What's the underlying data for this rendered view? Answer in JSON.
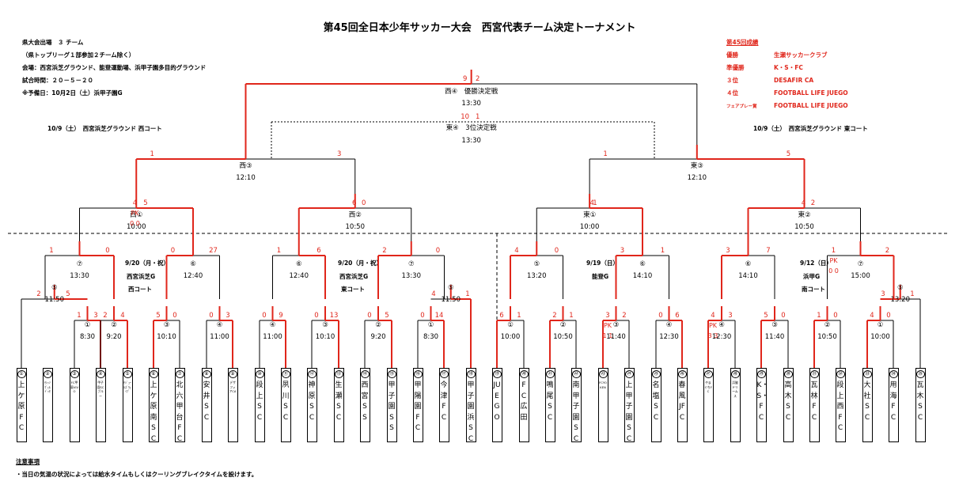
{
  "title": "第45回全日本少年サッカー大会　西宮代表チーム決定トーナメント",
  "info": [
    "県大会出場　３ チーム",
    "（県トップリーグ１部参加２チーム除く）",
    "会場：西宮浜芝グラウンド、能登運動場、浜甲子園多目的グラウンド",
    "試合時間：２０－５－２０",
    "※予備日：10月2日（土）浜甲子園G"
  ],
  "results": {
    "title": "第45回成績",
    "rows": [
      {
        "label": "優勝",
        "team": "生瀬サッカークラブ"
      },
      {
        "label": "準優勝",
        "team": "K・S・FC"
      },
      {
        "label": "３位",
        "team": "DESAFIR CA"
      },
      {
        "label": "４位",
        "team": "FOOTBALL LIFE JUEGO"
      },
      {
        "label": "フェアプレー賞",
        "team": "FOOTBALL LIFE JUEGO"
      }
    ]
  },
  "venues": {
    "west_court": "10/9（土）　西宮浜芝グラウンド 西コート",
    "east_court": "10/9（土）　西宮浜芝グラウンド 東コート",
    "g1": [
      "9/20（月・祝）",
      "西宮浜芝G",
      "西コート"
    ],
    "g2": [
      "9/20（月・祝）",
      "西宮浜芝G",
      "東コート"
    ],
    "g3": [
      "9/19（日）",
      "能登G"
    ],
    "g4": [
      "9/12（日）",
      "浜甲G",
      "南コート"
    ]
  },
  "red": "#e0261b",
  "notes": {
    "heading": "注意事項",
    "body": "・当日の気温の状況によっては給水タイムもしくはクーリングブレイクタイムを設けます。"
  },
  "teams": [
    {
      "n": "①",
      "name": "上ケ原FC"
    },
    {
      "n": "②",
      "name": "ｾﾚｯｿｳﾞｪﾙﾃﾞｯｾ",
      "sm": true
    },
    {
      "n": "③",
      "name": "FC甲東VIVO",
      "sm": true
    },
    {
      "n": "④",
      "name": "甲子園SCブルー",
      "sm": true
    },
    {
      "n": "⑤",
      "name": "ｾｼﾞｭｰﾙｽﾞｳｪｲﾌﾞ",
      "sm": true
    },
    {
      "n": "⑥",
      "name": "上ケ原南SC"
    },
    {
      "n": "⑦",
      "name": "北六甲台FC"
    },
    {
      "n": "⑧",
      "name": "安井SC"
    },
    {
      "n": "⑨",
      "name": "デザフィアCA",
      "sm": true
    },
    {
      "n": "⑩",
      "name": "段上SC"
    },
    {
      "n": "⑪",
      "name": "夙川SC"
    },
    {
      "n": "⑫",
      "name": "神原SC"
    },
    {
      "n": "⑬",
      "name": "生瀬SC"
    },
    {
      "n": "⑭",
      "name": "西宮SS"
    },
    {
      "n": "⑮",
      "name": "甲子園SS"
    },
    {
      "n": "⑯",
      "name": "甲陽園FC"
    },
    {
      "n": "⑰",
      "name": "今津FC"
    },
    {
      "n": "⑱",
      "name": "甲子園浜SC"
    },
    {
      "n": "⑲",
      "name": "JUEGO"
    },
    {
      "n": "⑳",
      "name": "FC広田"
    },
    {
      "n": "㉑",
      "name": "鳴尾SC"
    },
    {
      "n": "㉒",
      "name": "南甲子園SC"
    },
    {
      "n": "㉓",
      "name": "FCYOKEN",
      "sm": true
    },
    {
      "n": "㉔",
      "name": "上甲子園SC"
    },
    {
      "n": "㉕",
      "name": "名塩SC"
    },
    {
      "n": "㉖",
      "name": "春風JFC"
    },
    {
      "n": "㉗",
      "name": "やまぐちFC",
      "sm": true
    },
    {
      "n": "㉘",
      "name": "浜脇ドリームス",
      "sm": true
    },
    {
      "n": "㉙",
      "name": "K・S・FC"
    },
    {
      "n": "㉚",
      "name": "高木SC"
    },
    {
      "n": "㉛",
      "name": "瓦林FC"
    },
    {
      "n": "㉜",
      "name": "段上西FC"
    },
    {
      "n": "㉝",
      "name": "大社SC"
    },
    {
      "n": "㉞",
      "name": "用海FC"
    },
    {
      "n": "㉟",
      "name": "瓦木SC"
    }
  ],
  "final": {
    "label": "西④　優勝決定戦",
    "time": "13:30",
    "s1": "9",
    "s2": "2"
  },
  "third": {
    "label": "東④　3位決定戦",
    "time": "13:30",
    "s1": "10",
    "s2": "1"
  },
  "semis": [
    {
      "label": "西③",
      "time": "12:10",
      "s1": "1",
      "s2": "3"
    },
    {
      "label": "東③",
      "time": "12:10",
      "s1": "1",
      "s2": "5"
    }
  ],
  "qf": [
    {
      "label": "西①",
      "time": "10:00",
      "s1": "4",
      "s2": "5",
      "pk": "PK",
      "e1": "0",
      "e2": "0"
    },
    {
      "label": "西②",
      "time": "10:50",
      "s1": "6",
      "s2": "0"
    },
    {
      "label": "東①",
      "time": "10:00",
      "s1": "4",
      "s2": "1"
    },
    {
      "label": "東②",
      "time": "10:50",
      "s1": "4",
      "s2": "2"
    }
  ],
  "r2": [
    {
      "label": "⑦",
      "time": "13:30",
      "s1": "1",
      "s2": "0"
    },
    {
      "label": "⑥",
      "time": "12:40",
      "s1": "0",
      "s2": "27"
    },
    {
      "label": "⑥",
      "time": "12:40",
      "s1": "1",
      "s2": "6"
    },
    {
      "label": "⑦",
      "time": "13:30",
      "s1": "2",
      "s2": "0"
    },
    {
      "label": "⑤",
      "time": "13:20",
      "s1": "4",
      "s2": "0"
    },
    {
      "label": "⑥",
      "time": "14:10",
      "s1": "3",
      "s2": "1"
    },
    {
      "label": "⑥",
      "time": "14:10",
      "s1": "3",
      "s2": "7"
    },
    {
      "label": "⑦",
      "time": "15:00",
      "s1": "1",
      "s2": "2",
      "pk": "PK",
      "e1": "0",
      "e2": "0"
    }
  ],
  "r1": [
    {
      "label": "⑤",
      "time": "11:50",
      "s1": "2",
      "s2": "5"
    },
    {
      "label": "①",
      "time": "8:30",
      "s1": "1",
      "s2": "3"
    },
    {
      "label": "②",
      "time": "9:20",
      "s1": "2",
      "s2": "4"
    },
    {
      "label": "③",
      "time": "10:10",
      "s1": "5",
      "s2": "0"
    },
    {
      "label": "④",
      "time": "11:00",
      "s1": "0",
      "s2": "3"
    },
    {
      "label": "④",
      "time": "11:00",
      "s1": "0",
      "s2": "9"
    },
    {
      "label": "③",
      "time": "10:10",
      "s1": "0",
      "s2": "13"
    },
    {
      "label": "②",
      "time": "9:20",
      "s1": "0",
      "s2": "5"
    },
    {
      "label": "①",
      "time": "8:30",
      "s1": "0",
      "s2": "14"
    },
    {
      "label": "⑤",
      "time": "11:50",
      "s1": "4",
      "s2": "1"
    },
    {
      "label": "①",
      "time": "10:00",
      "s1": "6",
      "s2": "1"
    },
    {
      "label": "②",
      "time": "10:50",
      "s1": "2",
      "s2": "1"
    },
    {
      "label": "③",
      "time": "11:40",
      "s1": "3",
      "s2": "2",
      "pk": "PK",
      "e1": "1",
      "e2": "1"
    },
    {
      "label": "④",
      "time": "12:30",
      "s1": "0",
      "s2": "6"
    },
    {
      "label": "④",
      "time": "12:30",
      "s1": "4",
      "s2": "3",
      "pk": "PK",
      "e1": "3",
      "e2": "3"
    },
    {
      "label": "③",
      "time": "11:40",
      "s1": "5",
      "s2": "0"
    },
    {
      "label": "②",
      "time": "10:50",
      "s1": "1",
      "s2": "0"
    },
    {
      "label": "①",
      "time": "10:00",
      "s1": "4",
      "s2": "0"
    },
    {
      "label": "⑤",
      "time": "13:20",
      "s1": "3",
      "s2": "1"
    }
  ]
}
